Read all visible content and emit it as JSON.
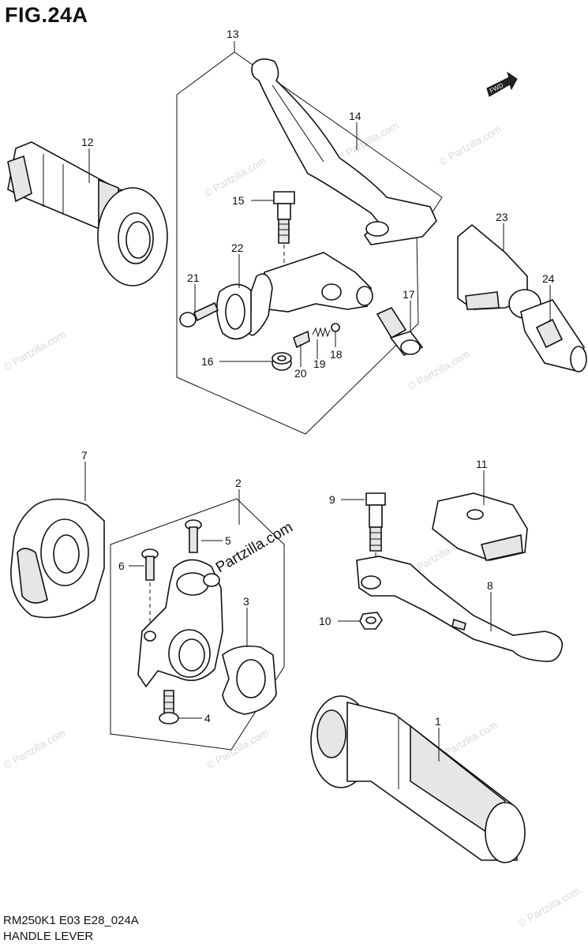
{
  "figure": {
    "title": "FIG.24A",
    "code": "RM250K1 E03 E28_024A",
    "caption": "HANDLE LEVER",
    "fwd_label": "FWD"
  },
  "watermark": {
    "text": "© Partzilla.com",
    "center_text": "Partzilla.com"
  },
  "callouts": {
    "p1": "1",
    "p2": "2",
    "p3": "3",
    "p4": "4",
    "p5": "5",
    "p6": "6",
    "p7": "7",
    "p8": "8",
    "p9": "9",
    "p10": "10",
    "p11": "11",
    "p12": "12",
    "p13": "13",
    "p14": "14",
    "p15": "15",
    "p16": "16",
    "p17": "17",
    "p18": "18",
    "p19": "19",
    "p20": "20",
    "p21": "21",
    "p22": "22",
    "p23": "23",
    "p24": "24"
  }
}
